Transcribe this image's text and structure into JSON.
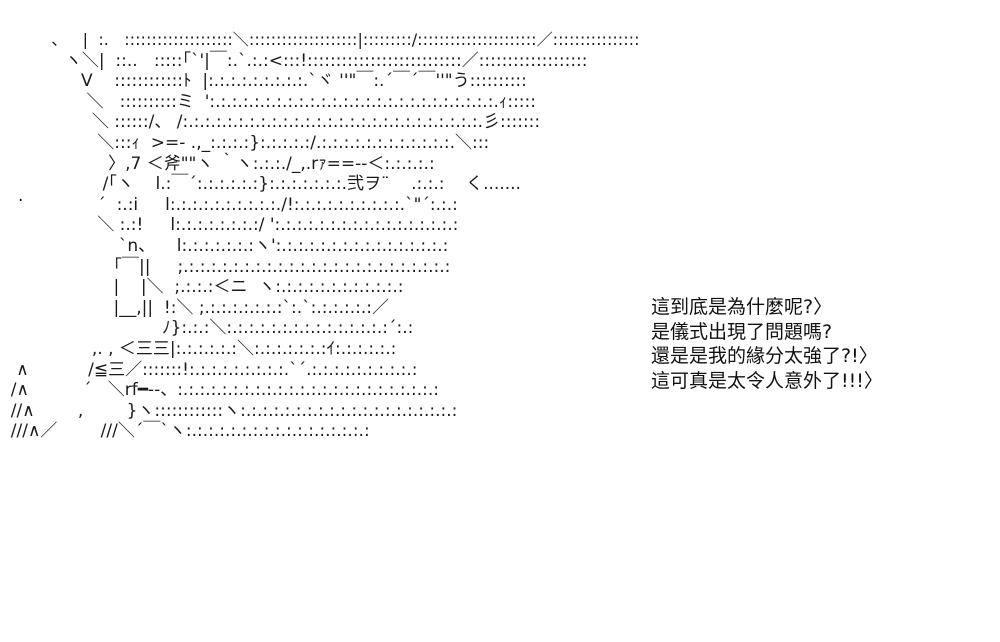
{
  "art_lines": [
    "          、   |  :.   ::::::::::::::::::::＼::::::::::::::::::::|:::::::::/::::::::::::::::::::::／::::::::::::::::",
    "            ヽ＼|  ::..   :::::｢`'|￣:.`.:.:<:::!:::::::::::::::::::::::::::／:::::::::::::::::::",
    "               V    ::::::::::::ﾄ  |:.:.:.:.:.:.:.:.:.`ヾ ''\"￣:.´￣´￣''\"う::::::::::",
    "                ＼   ::::::::::ミ  ':.:.:.:.:.:.:.:.:.:.:.:.:.:.:.:.:.:.:.:.:.:.:.:.:.:.ｨ:::::",
    "                 ＼ ::::::/、 /:.:.:.:.:.:.:.:.:.:.:.:.:.:.:.:.:.:.:.:.:.:.:.:.:.:.:.彡:::::::",
    "                  ＼:::ｨ  >=- .,_:.:.:.:}:.:.:.:.:/.:.:.:.:.:.:.:.:.:.:.:.:.＼:::",
    "                    〉,7 ＜斧\"\"ヽ ｀ヽ:.:.:./_,.rｧ==--＜:.:.:.:.:",
    "                   /｢ヽ    l.:￣´:.:.:.:.:.:}:.:.:.:.:.:.:.弐ヲ¨    .:.:.:    く.......",
    "                  ´  :.:i     l:.:.:.:.:.:.:.:.:.:./!:.:.:.:.:.:.:.:.:.:.`\"´:.:.:",
    "                  ＼ :.:!     l:.:.:.:.:.:.:.:/ ':.:.:.:.:.:.:.:.:.:.:.:.:.:.:.:.:",
    "                      `n、    l:.:.:.:.:.:.:ヽ':.:.:.:.:.:.:.:.:.:.:.:.:.:.:.:",
    "                     ｢￣||     ;.:.:.:.:.:.:.:.:.:.:.:.:.:.:.:.:.:.:.:.:.:.:.:.:",
    "                     |    |＼  ;.:.:.:＜ニ  ヽ:.:.:.:.:.:.:.:.:.:.:.:",
    "                     |__,||  !:＼ ;.:.:.:.:.:.:.:`:.`:.:.:.:.:.:／",
    "                              ﾉ}:.:.:＼:.:.:.:.:.:.:.:.:.:.:.:.:.:.:´:.:",
    "                 ,. , ＜三三|:.:.:.:.:.:＼:.:.:.:.:.:.:ｲ:.:.:.:.:.:",
    "   ∧           /≦三／:::::::!:.:.:.:.:.:.:.:.:.`´.:.:.:.:.:.:.:.:.:.:",
    "  /∧          ´   ＼rf━--、:.:.:.:.:.:.:.:.:.:.:.:.:.:.:.:.:.:.:.:.:.:.:.:",
    "  //∧        ,        }ヽ::::::::::::ヽ:.:.:.:.:.:.:.:.:.:.:.:.:.:.:.:.:.:.:.:",
    "  ///∧／        ///＼´￣`ヽ:.:.:.:.:.:.:.:.:.:.:.:.:.:.:.:.:"
  ],
  "caption": [
    "這到底是為什麼呢?〉",
    "是儀式出現了問題嗎?",
    "還是是我的緣分太強了?!〉",
    "這可真是太令人意外了!!!〉"
  ],
  "stray_dot": "."
}
